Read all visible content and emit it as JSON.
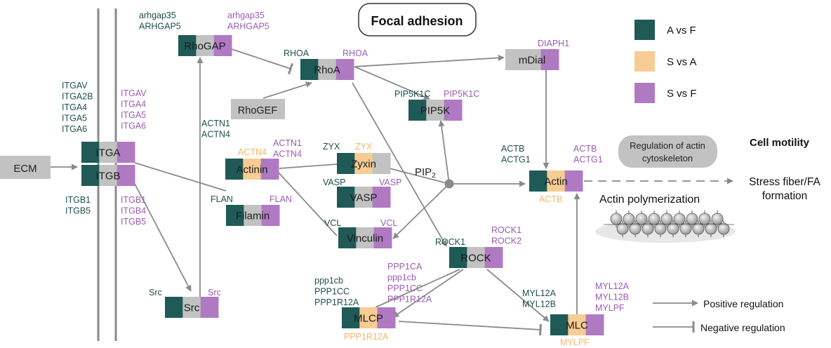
{
  "title": "Focal adhesion",
  "colors": {
    "teal": "#1f5a56",
    "peach": "#f8cc93",
    "purple": "#b07ac3",
    "grey": "#c2c2c2",
    "text_teal": "#1e4f4b",
    "text_purple": "#9a5cb0",
    "text_peach": "#f0b768",
    "line": "#8a8a8a"
  },
  "legend": {
    "items": [
      {
        "label": "A vs F",
        "color": "#1f5a56"
      },
      {
        "label": "S vs A",
        "color": "#f8cc93"
      },
      {
        "label": "S vs F",
        "color": "#b07ac3"
      }
    ],
    "positive": "Positive regulation",
    "negative": "Negative regulation"
  },
  "nodes": {
    "ecm": "ECM",
    "itga": "ITGA",
    "itgb": "ITGB",
    "rhogap": "RhoGAP",
    "rhoa": "RhoA",
    "rhogef": "RhoGEF",
    "mdial": "mDial",
    "pip5k": "PIP5K",
    "actinin": "Actinin",
    "zyxin": "Zyxin",
    "vasp": "VASP",
    "filamin": "Filamin",
    "vinculin": "Vinculin",
    "actin": "Actin",
    "rock": "ROCK",
    "src": "Src",
    "mlcp": "MLCP",
    "mlc": "MLC",
    "pip2": "PIP",
    "pip2_sub": "2"
  },
  "gene_labels": {
    "itga_teal": [
      "ITGAV",
      "ITGA2B",
      "ITGA4",
      "ITGA5",
      "ITGA6"
    ],
    "itga_purple": [
      "ITGAV",
      "ITGA4",
      "ITGA5",
      "ITGA6"
    ],
    "itgb_teal": [
      "ITGB1",
      "ITGB5"
    ],
    "itgb_purple": [
      "ITGB1",
      "ITGB4",
      "ITGB5"
    ],
    "rhogap_teal": [
      "arhgap35",
      "ARHGAP5"
    ],
    "rhogap_purple": [
      "arhgap35",
      "ARHGAP5"
    ],
    "rhoa_teal": [
      "RHOA"
    ],
    "rhoa_purple": [
      "RHOA"
    ],
    "mdial_purple": [
      "DIAPH1"
    ],
    "pip5k_teal": [
      "PIP5K1C"
    ],
    "pip5k_purple": [
      "PIP5K1C"
    ],
    "actinin_teal": [
      "ACTN1",
      "ACTN4"
    ],
    "actinin_peach": [
      "ACTN4"
    ],
    "actinin_purple": [
      "ACTN1",
      "ACTN4"
    ],
    "zyxin_teal": [
      "ZYX"
    ],
    "zyxin_peach": [
      "ZYX"
    ],
    "vasp_teal": [
      "VASP"
    ],
    "vasp_purple": [
      "VASP"
    ],
    "filamin_teal": [
      "FLAN"
    ],
    "filamin_purple": [
      "FLAN"
    ],
    "vinculin_teal": [
      "VCL"
    ],
    "vinculin_purple": [
      "VCL"
    ],
    "actin_teal": [
      "ACTB",
      "ACTG1"
    ],
    "actin_purple": [
      "ACTB",
      "ACTG1"
    ],
    "actin_peach": [
      "ACTB"
    ],
    "rock_teal": [
      "ROCK1"
    ],
    "rock_purple": [
      "ROCK1",
      "ROCK2"
    ],
    "src_teal": [
      "Src"
    ],
    "src_purple": [
      "Src"
    ],
    "mlcp_teal": [
      "ppp1cb",
      "PPP1CC",
      "PPP1R12A"
    ],
    "mlcp_purple": [
      "PPP1CA",
      "ppp1cb",
      "PPP1CC",
      "PPP1R12A"
    ],
    "mlcp_peach": [
      "PPP1R12A"
    ],
    "mlc_teal": [
      "MYL12A",
      "MYL12B"
    ],
    "mlc_purple": [
      "MYL12A",
      "MYL12B",
      "MYLPF"
    ],
    "mlc_peach": [
      "MYLPF"
    ]
  },
  "annotations": {
    "regulation_line1": "Regulation of actin",
    "regulation_line2": "cytoskeleton",
    "cell_motility": "Cell motility",
    "stress_fiber_line1": "Stress fiber/FA",
    "stress_fiber_line2": "formation",
    "actin_polymerization": "Actin polymerization"
  }
}
